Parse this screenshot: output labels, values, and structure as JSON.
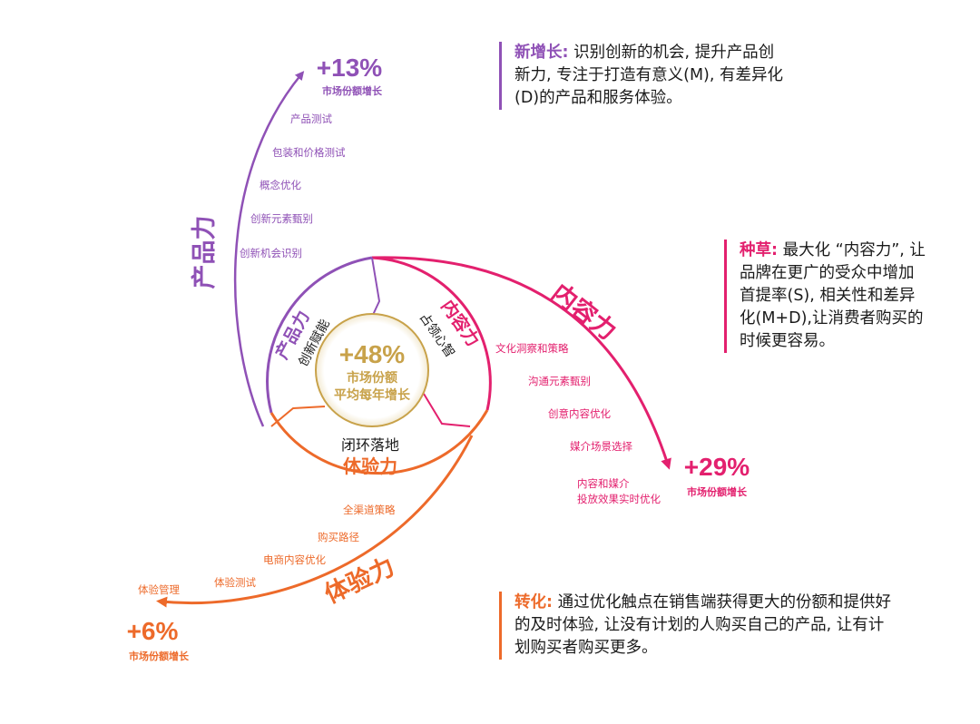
{
  "colors": {
    "purple": "#8f51b6",
    "pink": "#e3206e",
    "orange": "#ed6a2a",
    "gold": "#c8a24a",
    "dark": "#1a1a1a"
  },
  "product": {
    "title": "产品力",
    "growth_value": "+13%",
    "growth_label": "市场份额增长",
    "steps": [
      "产品测试",
      "包装和价格测试",
      "概念优化",
      "创新元素甄别",
      "创新机会识别"
    ]
  },
  "content": {
    "title": "内容力",
    "growth_value": "+29%",
    "growth_label": "市场份额增长",
    "steps": [
      "文化洞察和策略",
      "沟通元素甄别",
      "创意内容优化",
      "媒介场景选择",
      "内容和媒介",
      "投放效果实时优化"
    ]
  },
  "experience": {
    "title": "体验力",
    "growth_value": "+6%",
    "growth_label": "市场份额增长",
    "steps": [
      "全渠道策略",
      "购买路径",
      "电商内容优化",
      "体验测试",
      "体验管理"
    ]
  },
  "center": {
    "value": "+48%",
    "line1": "市场份额",
    "line2": "平均每年增长"
  },
  "ring": {
    "product_title": "产品力",
    "product_sub": "创新赋能",
    "content_title": "内容力",
    "content_sub": "占领心智",
    "experience_sub": "闭环落地",
    "experience_title": "体验力"
  },
  "notes": {
    "growth_head": "新增长:",
    "growth_body": " 识别创新的机会, 提升产品创新力, 专注于打造有意义(M), 有差异化(D)的产品和服务体验。",
    "grass_head": "种草:",
    "grass_body": " 最大化 “内容力”, 让品牌在更广的受众中增加首提率(S), 相关性和差异化(M+D),让消费者购买的时候更容易。",
    "conv_head": "转化:",
    "conv_body": " 通过优化触点在销售端获得更大的份额和提供好的及时体验, 让没有计划的人购买自己的产品, 让有计划购买者购买更多。"
  }
}
